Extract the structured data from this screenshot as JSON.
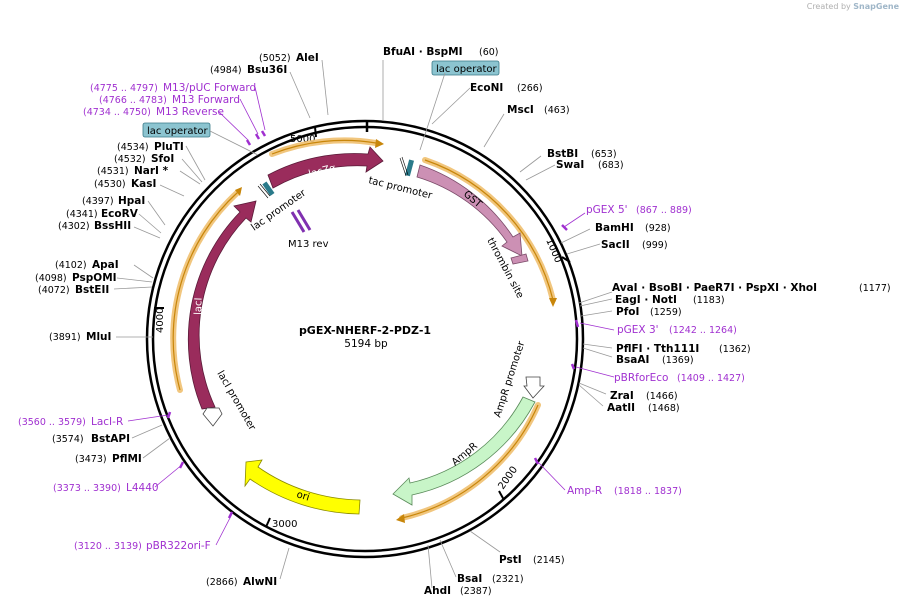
{
  "credit": {
    "prefix": "Created by",
    "brand": "SnapGene"
  },
  "plasmid": {
    "name": "pGEX-NHERF-2-PDZ-1",
    "size": "5194 bp",
    "length": 5194
  },
  "ticks": [
    "1000",
    "2000",
    "3000",
    "4000",
    "5000"
  ],
  "sites": [
    {
      "name": "BfuAI  ·  BspMI",
      "pos": "(60)"
    },
    {
      "name": "EcoNI",
      "pos": "(266)"
    },
    {
      "name": "MscI",
      "pos": "(463)"
    },
    {
      "name": "BstBI",
      "pos": "(653)"
    },
    {
      "name": "SwaI",
      "pos": "(683)"
    },
    {
      "name": "BamHI",
      "pos": "(928)"
    },
    {
      "name": "SacII",
      "pos": "(999)"
    },
    {
      "name": "AvaI  ·  BsoBI  ·  PaeR7I  ·  PspXI  ·  XhoI",
      "pos": "(1177)"
    },
    {
      "name": "EagI  ·  NotI",
      "pos": "(1183)"
    },
    {
      "name": "PfoI",
      "pos": "(1259)"
    },
    {
      "name": "PflFI  ·  Tth111I",
      "pos": "(1362)"
    },
    {
      "name": "BsaAI",
      "pos": "(1369)"
    },
    {
      "name": "ZraI",
      "pos": "(1466)"
    },
    {
      "name": "AatII",
      "pos": "(1468)"
    },
    {
      "name": "PstI",
      "pos": "(2145)"
    },
    {
      "name": "BsaI",
      "pos": "(2321)"
    },
    {
      "name": "AhdI",
      "pos": "(2387)"
    },
    {
      "name": "AlwNI",
      "pos": "(2866)"
    },
    {
      "name": "PflMI",
      "pos": "(3473)"
    },
    {
      "name": "BstAPI",
      "pos": "(3574)"
    },
    {
      "name": "MluI",
      "pos": "(3891)"
    },
    {
      "name": "BstEII",
      "pos": "(4072)"
    },
    {
      "name": "PspOMI",
      "pos": "(4098)"
    },
    {
      "name": "ApaI",
      "pos": "(4102)"
    },
    {
      "name": "BssHII",
      "pos": "(4302)"
    },
    {
      "name": "EcoRV",
      "pos": "(4341)"
    },
    {
      "name": "HpaI",
      "pos": "(4397)"
    },
    {
      "name": "KasI",
      "pos": "(4530)"
    },
    {
      "name": "NarI *",
      "pos": "(4531)"
    },
    {
      "name": "SfoI",
      "pos": "(4532)"
    },
    {
      "name": "PluTI",
      "pos": "(4534)"
    },
    {
      "name": "Bsu36I",
      "pos": "(4984)"
    },
    {
      "name": "AleI",
      "pos": "(5052)"
    }
  ],
  "primers": [
    {
      "name": "pGEX 5'",
      "pos": "(867 .. 889)"
    },
    {
      "name": "pGEX 3'",
      "pos": "(1242 .. 1264)"
    },
    {
      "name": "pBRforEco",
      "pos": "(1409 .. 1427)"
    },
    {
      "name": "Amp-R",
      "pos": "(1818 .. 1837)"
    },
    {
      "name": "pBR322ori-F",
      "pos": "(3120 .. 3139)"
    },
    {
      "name": "L4440",
      "pos": "(3373 .. 3390)"
    },
    {
      "name": "LacI-R",
      "pos": "(3560 .. 3579)"
    },
    {
      "name": "M13 Reverse",
      "pos": "(4734 .. 4750)"
    },
    {
      "name": "M13 Forward",
      "pos": "(4766 .. 4783)"
    },
    {
      "name": "M13/pUC Forward",
      "pos": "(4775 .. 4797)"
    }
  ],
  "operators": [
    "lac operator",
    "lac operator"
  ],
  "features": {
    "lacZa": "lacZα",
    "tac_promoter": "tac promoter",
    "gst": "GST",
    "thrombin": "thrombin site",
    "ampr_promoter": "AmpR promoter",
    "ampr": "AmpR",
    "ori": "ori",
    "laci": "lacI",
    "laci_promoter": "lacI promoter",
    "lac_promoter": "lac promoter",
    "m13rev": "M13 rev"
  },
  "colors": {
    "lacZa": "#9a2c5c",
    "laci": "#9a2c5c",
    "gst": "#cc90b4",
    "ampr": "#c8f5c8",
    "ori": "#ffff00",
    "cds_outline": "#e8a020",
    "primer": "#a030d0",
    "operator": "#8cc4d0"
  }
}
